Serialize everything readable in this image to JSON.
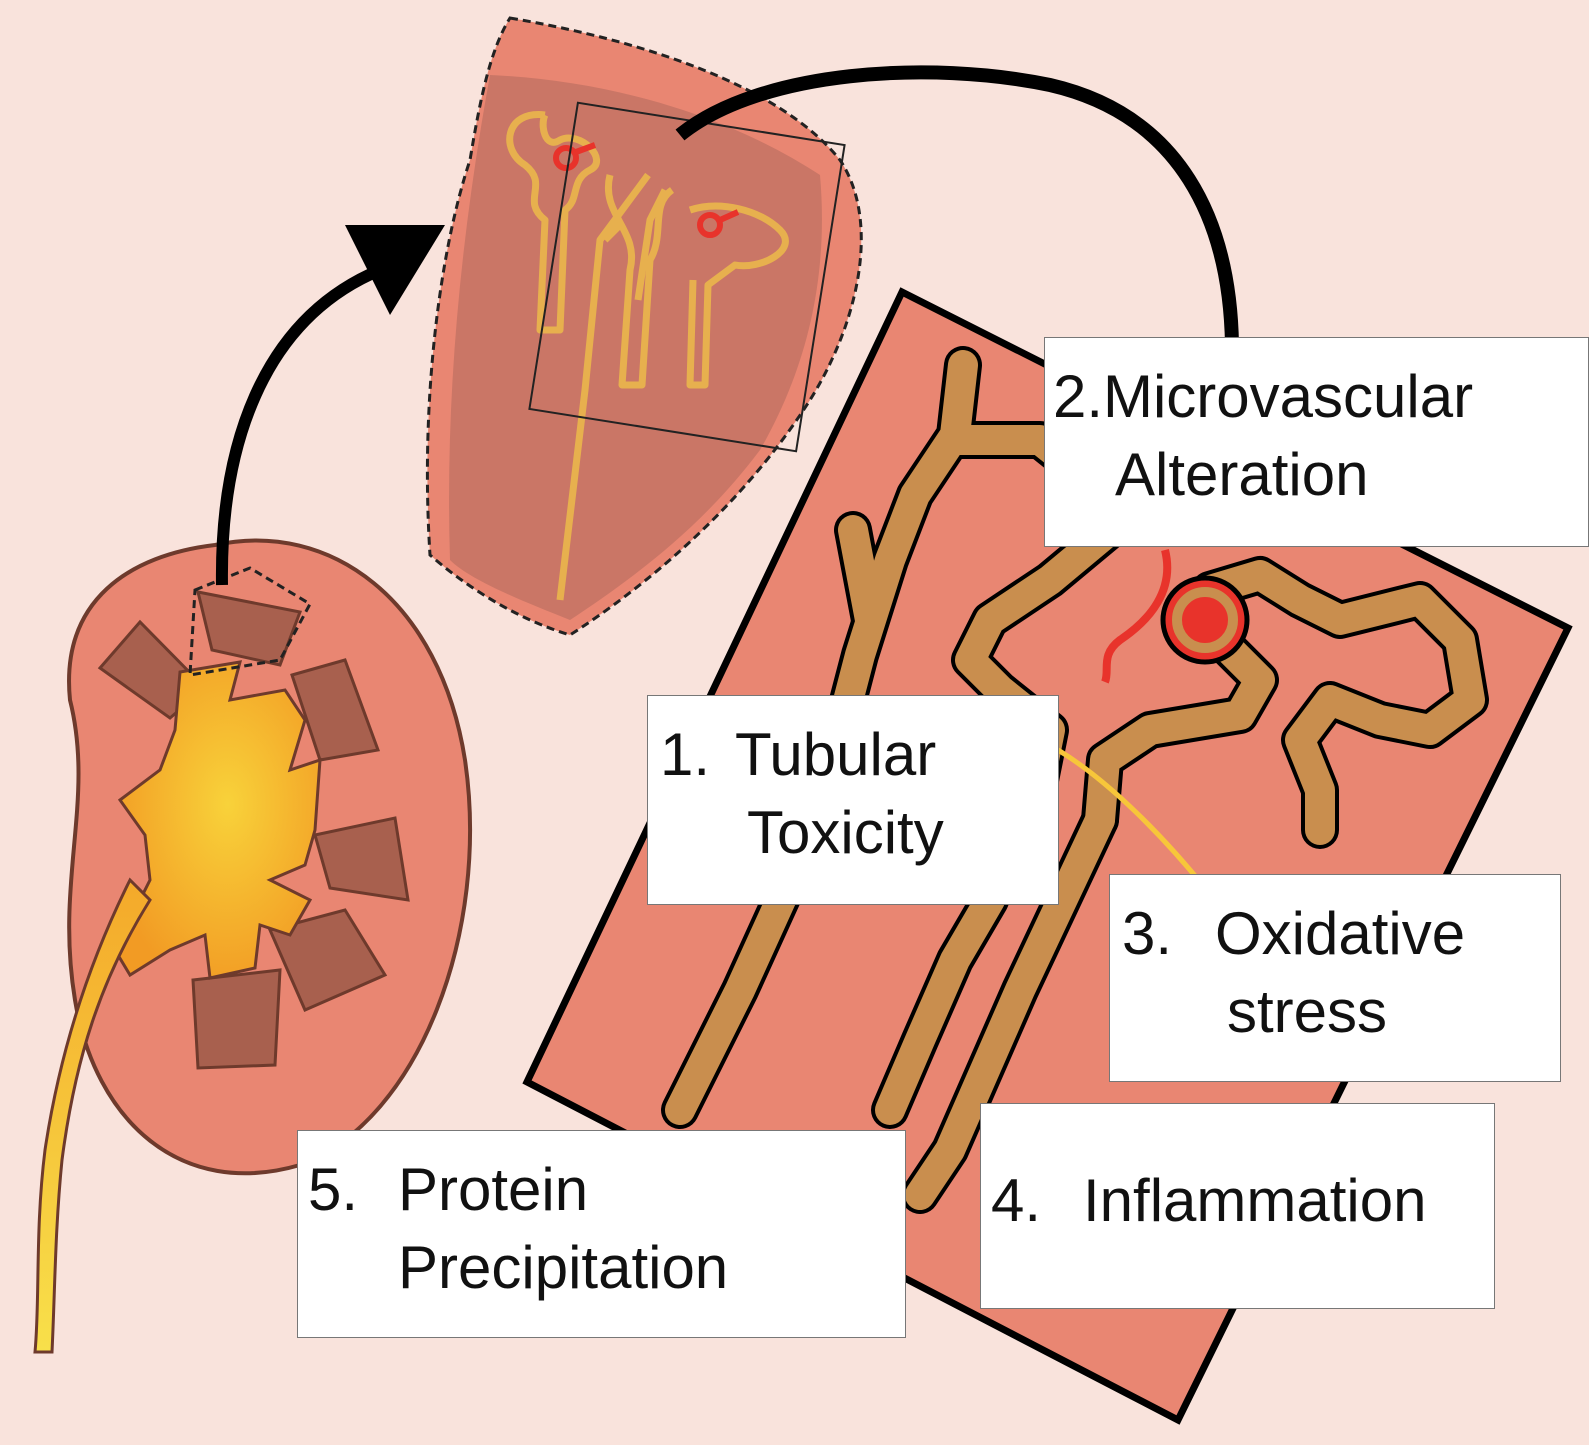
{
  "colors": {
    "background": "#f9e3dc",
    "tissue": "#e98672",
    "tissue_outline": "#6e3a2c",
    "medulla": "#a8604e",
    "tubule": "#c98e4e",
    "vessel": "#e8332b",
    "pelvis": "#f5b530",
    "ureter": "#f7d13a",
    "arrow": "#000000",
    "label_bg": "#ffffff",
    "label_border": "#777777"
  },
  "icons": [
    "kidney-icon",
    "nephron-icon",
    "glomerulus-icon",
    "curved-arrow-icon"
  ],
  "mechanisms": [
    {
      "number": "1.",
      "line1": "Tubular",
      "line2": "Toxicity"
    },
    {
      "number": "2.",
      "line1": "Microvascular",
      "line2": "Alteration"
    },
    {
      "number": "3.",
      "line1": "Oxidative",
      "line2": "stress"
    },
    {
      "number": "4.",
      "line1": "Inflammation"
    },
    {
      "number": "5.",
      "line1": "Protein",
      "line2": "Precipitation"
    }
  ]
}
